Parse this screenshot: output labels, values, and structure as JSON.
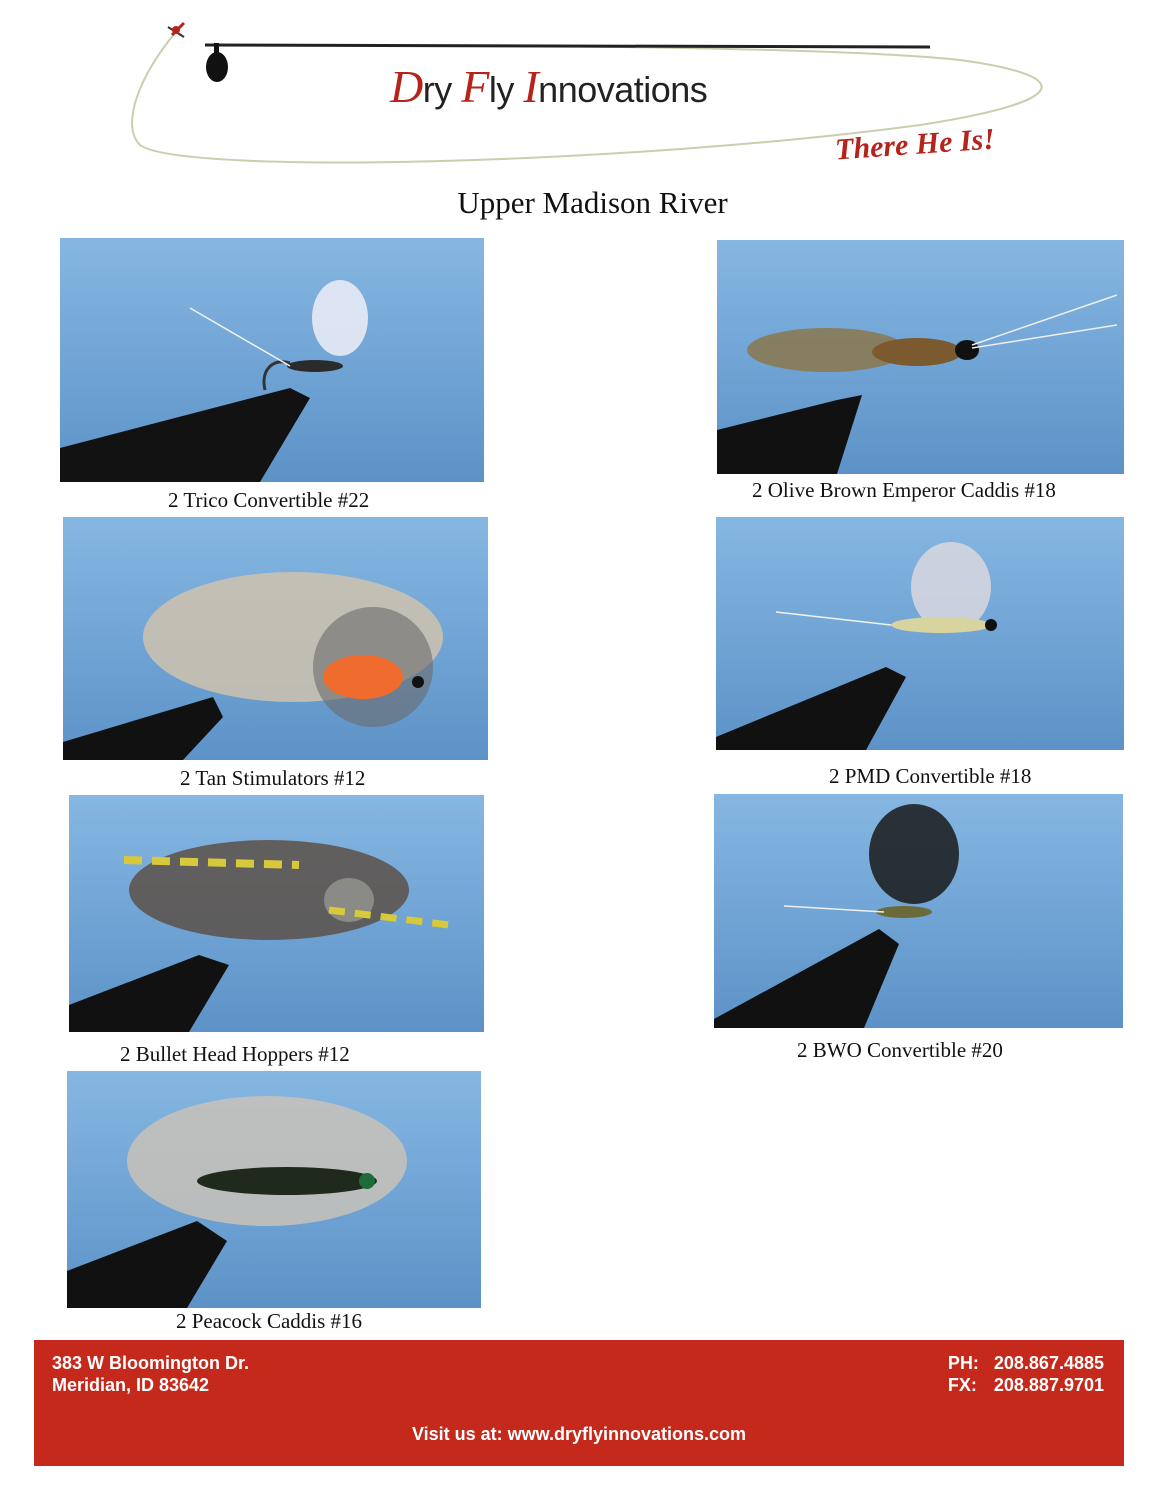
{
  "header": {
    "brand": {
      "d": "D",
      "ry": "ry ",
      "f": "F",
      "ly": "ly ",
      "i": "I",
      "nnovations": "nnovations"
    },
    "tagline": "There He Is!",
    "title": "Upper Madison River"
  },
  "flies": [
    {
      "caption": "2 Trico Convertible #22"
    },
    {
      "caption": "2 Olive Brown Emperor Caddis #18"
    },
    {
      "caption": "2 Tan Stimulators #12"
    },
    {
      "caption": "2 PMD Convertible #18"
    },
    {
      "caption": "2 Bullet Head Hoppers #12"
    },
    {
      "caption": "2 BWO Convertible #20"
    },
    {
      "caption": "2 Peacock Caddis #16"
    }
  ],
  "footer": {
    "address_line1": "383 W Bloomington Dr.",
    "address_line2": "Meridian, ID 83642",
    "phone_label": "PH:",
    "phone": "208.867.4885",
    "fax_label": "FX:",
    "fax": "208.887.9701",
    "visit": "Visit us at: www.dryflyinnovations.com"
  },
  "colors": {
    "brand_red": "#c4291b",
    "photo_blue": "#6fa3d4"
  }
}
